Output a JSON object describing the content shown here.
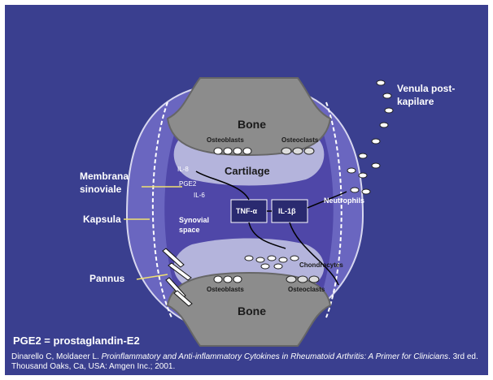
{
  "labels": {
    "bone_top": "Bone",
    "bone_bottom": "Bone",
    "cartilage": "Cartilage",
    "osteoblasts_top": "Osteoblasts",
    "osteoclasts_top": "Osteoclasts",
    "osteoblasts_bottom": "Osteoblasts",
    "osteoclasts_bottom": "Osteoclasts",
    "venula_line1": "Venula post-",
    "venula_line2": "kapilare",
    "membrana_line1": "Membrana",
    "membrana_line2": "sinoviale",
    "kapsula": "Kapsula",
    "pannus": "Pannus",
    "synovial_line1": "Synovial",
    "synovial_line2": "space",
    "neutrophils": "Neutrophils",
    "chondrocytes": "Chondrocytes",
    "tnf": "TNF-α",
    "il1b": "IL-1β",
    "il8": "IL-8",
    "pge2": "PGE2",
    "il6": "IL-6"
  },
  "footer": {
    "formula": "PGE2 = prostaglandin-E2",
    "citation_authors": "Dinarello C, Moldaeer L. ",
    "citation_title": "Proinflammatory and Anti-inflammatory Cytokines in Rheumatoid Arthritis: A Primer for Clinicians",
    "citation_rest": ". 3rd ed. Thousand Oaks, Ca, USA: Amgen Inc.; 2001."
  },
  "colors": {
    "background": "#3a3f8f",
    "bone": "#8c8c8c",
    "cartilage": "#b4b4dc",
    "synovial_space": "#5a4fb0",
    "capsule": "#c8c8e8",
    "cytokine_box": "#2a2a70"
  }
}
